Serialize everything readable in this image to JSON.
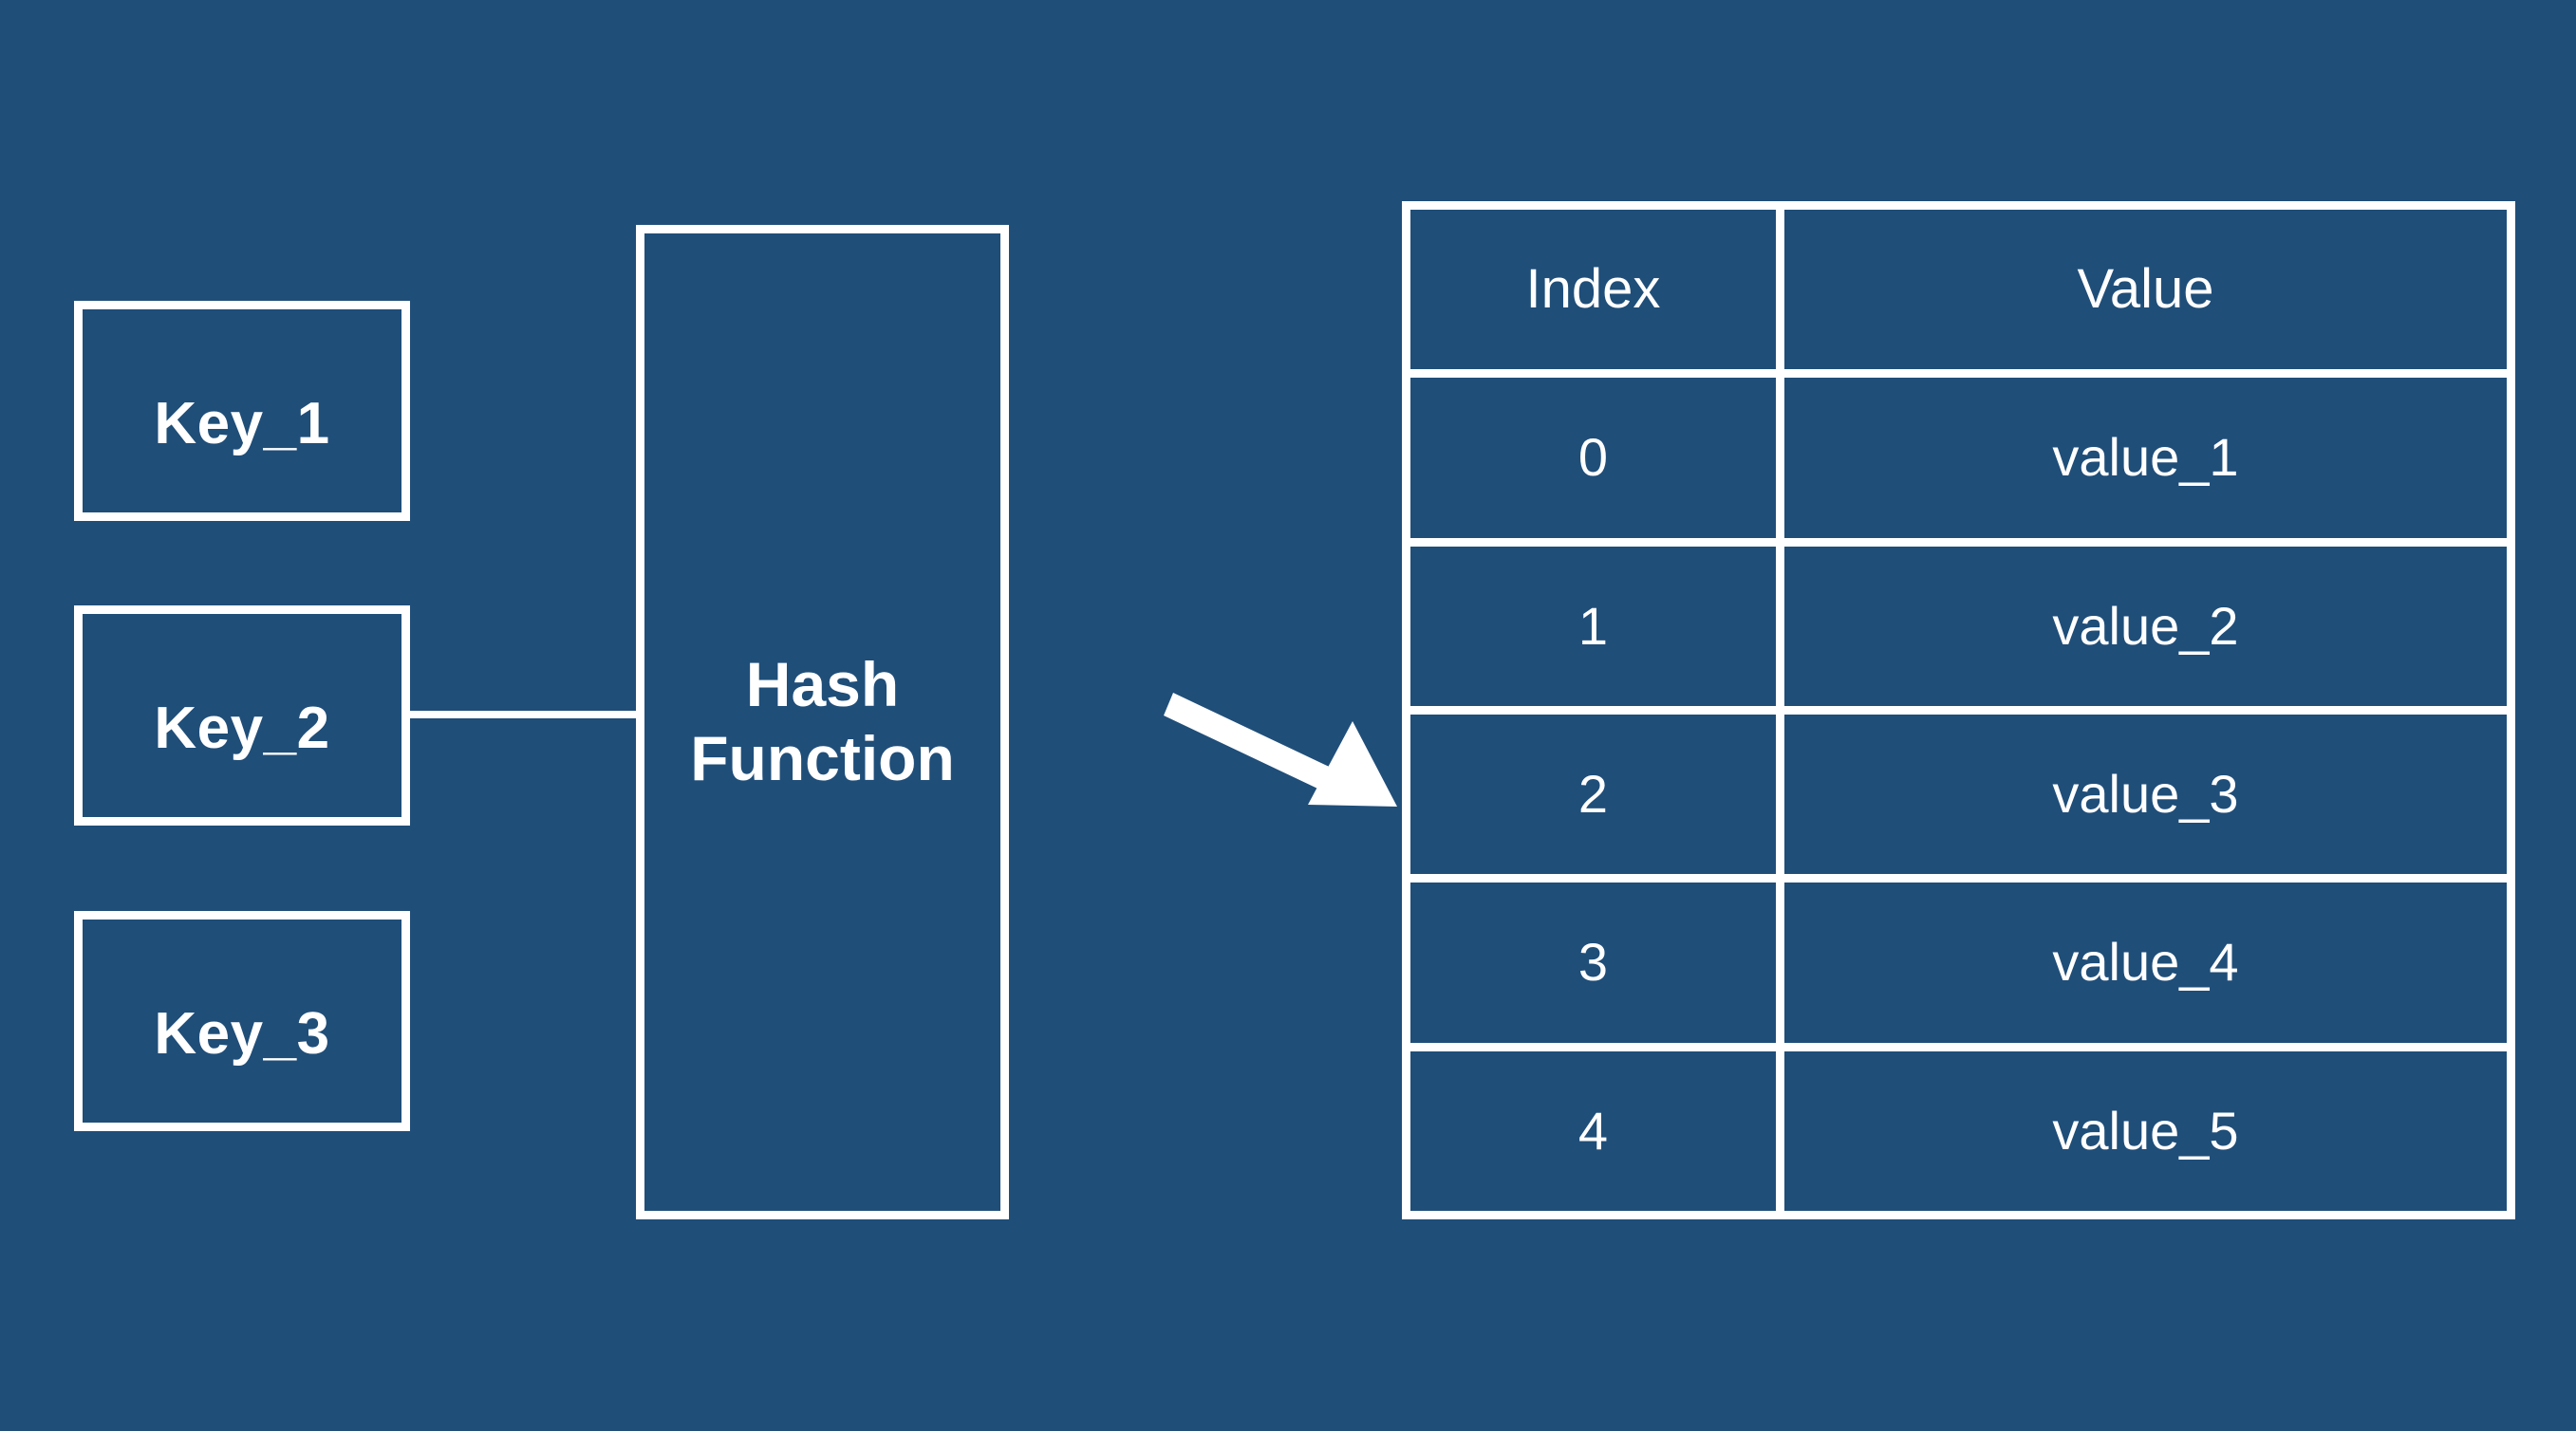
{
  "theme": {
    "background_color": "#1f4e79",
    "stroke_color": "#ffffff",
    "text_color": "#ffffff"
  },
  "keys": {
    "items": [
      {
        "label": "Key_1"
      },
      {
        "label": "Key_2"
      },
      {
        "label": "Key_3"
      }
    ]
  },
  "hash_function": {
    "label": "Hash\nFunction"
  },
  "connector": {
    "from": "Key_2",
    "to": "Hash Function"
  },
  "arrow": {
    "from": "Hash Function",
    "to": "Hash Table"
  },
  "hash_table": {
    "headers": {
      "index": "Index",
      "value": "Value"
    },
    "rows": [
      {
        "index": "0",
        "value": "value_1"
      },
      {
        "index": "1",
        "value": "value_2"
      },
      {
        "index": "2",
        "value": "value_3"
      },
      {
        "index": "3",
        "value": "value_4"
      },
      {
        "index": "4",
        "value": "value_5"
      }
    ]
  }
}
